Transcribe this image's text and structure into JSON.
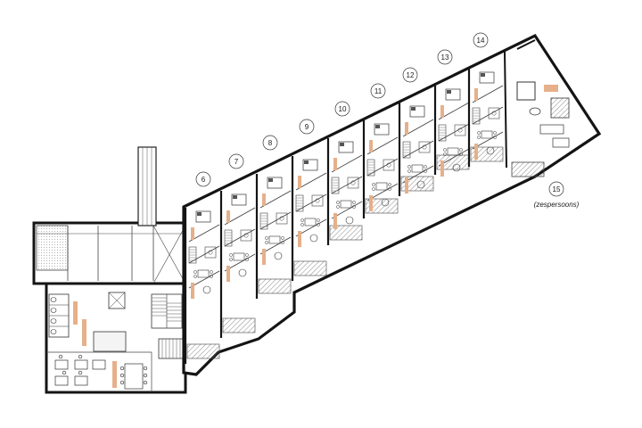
{
  "units": [
    {
      "id": "6",
      "label": "6"
    },
    {
      "id": "7",
      "label": "7"
    },
    {
      "id": "8",
      "label": "8"
    },
    {
      "id": "9",
      "label": "9"
    },
    {
      "id": "10",
      "label": "10"
    },
    {
      "id": "11",
      "label": "11"
    },
    {
      "id": "12",
      "label": "12"
    },
    {
      "id": "13",
      "label": "13"
    },
    {
      "id": "14",
      "label": "14"
    },
    {
      "id": "15",
      "label": "15",
      "note": "(zespersoons)"
    }
  ],
  "colors": {
    "wall": "#141414",
    "line": "#3a3a3a",
    "grey_fill": "#bdbdbd",
    "hatch": "#555555",
    "wood": "#e6b08a",
    "stair": "#777777"
  }
}
